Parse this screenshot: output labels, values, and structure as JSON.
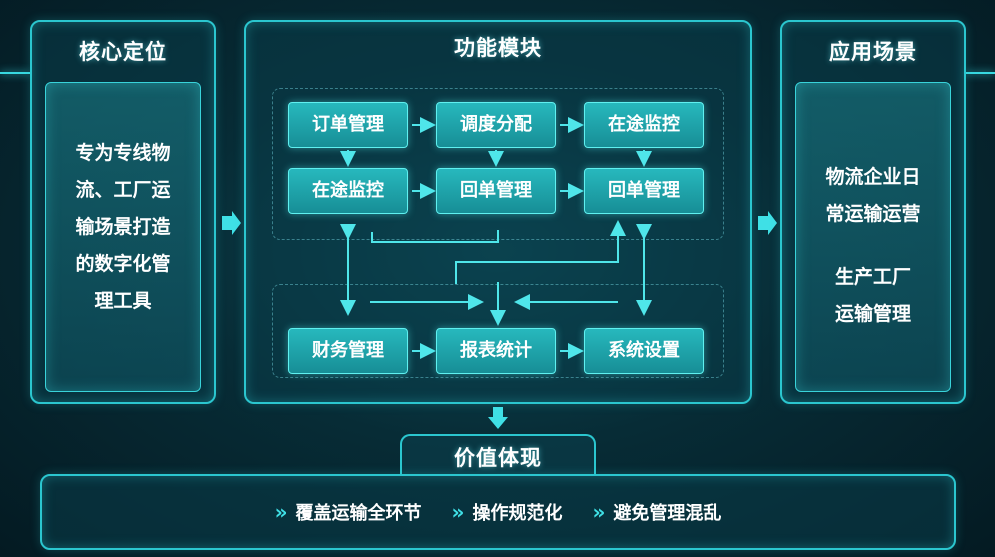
{
  "core": {
    "title": "核心定位",
    "lines": [
      "专为专线物",
      "流、工厂运",
      "输场景打造",
      "的数字化管",
      "理工具"
    ]
  },
  "modules": {
    "title": "功能模块",
    "row1": [
      "订单管理",
      "调度分配",
      "在途监控"
    ],
    "row2": [
      "在途监控",
      "回单管理",
      "回单管理"
    ],
    "row3": [
      "财务管理",
      "报表统计",
      "系统设置"
    ]
  },
  "scenes": {
    "title": "应用场景",
    "group1": [
      "物流企业日",
      "常运输运营"
    ],
    "group2": [
      "生产工厂",
      "运输管理"
    ]
  },
  "value": {
    "title": "价值体现",
    "items": [
      "覆盖运输全环节",
      "操作规范化",
      "避免管理混乱"
    ]
  },
  "colors": {
    "accent": "#2bc6cf",
    "module": "#1fa6ad",
    "background": "#072c36"
  }
}
